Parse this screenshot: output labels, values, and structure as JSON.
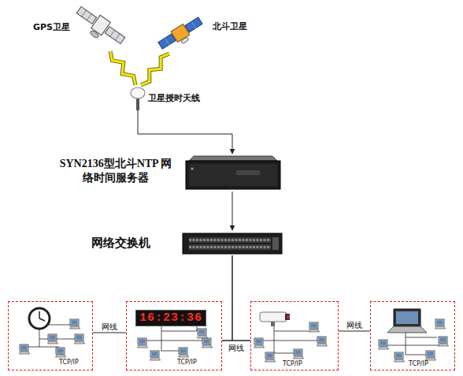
{
  "diagram": {
    "nodes": [
      {
        "text": [
          "GPS卫星"
        ]
      },
      {
        "text": [
          "北斗卫星"
        ]
      },
      {
        "text": [
          "卫星授时天线"
        ]
      },
      {
        "text": [
          "SYN2136型北斗NTP 网络时间服务器"
        ]
      },
      {
        "text": [
          "网络交换机"
        ]
      },
      {
        "text": [
          "TCP/IP"
        ]
      },
      {
        "text": [
          "16:23:36",
          "TCP/IP"
        ]
      },
      {
        "text": [
          "TCP/IP"
        ]
      },
      {
        "text": [
          "TCP/IP"
        ]
      }
    ],
    "edges": [
      {
        "from": 0,
        "to": 2,
        "arrow": "none"
      },
      {
        "from": 1,
        "to": 2,
        "arrow": "none"
      },
      {
        "from": 2,
        "to": 3,
        "arrow": "to"
      },
      {
        "from": 3,
        "to": 4,
        "arrow": "to"
      },
      {
        "from": 4,
        "to": 6,
        "arrow": "none"
      },
      {
        "from": 4,
        "to": 7,
        "arrow": "none"
      },
      {
        "from": 5,
        "to": 6,
        "label": "网线",
        "arrow": "none"
      },
      {
        "from": 6,
        "to": 7,
        "label": "网线",
        "arrow": "none"
      },
      {
        "from": 7,
        "to": 8,
        "label": "网线",
        "arrow": "none"
      }
    ]
  }
}
